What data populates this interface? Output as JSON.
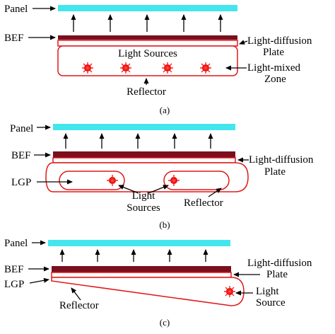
{
  "colors": {
    "panel": "#44e6ee",
    "bef": "#7a0f1e",
    "frame": "#e01818",
    "source": "#ff2020",
    "arrow": "#000000"
  },
  "diagram_a": {
    "panel": "Panel",
    "bef": "BEF",
    "light_sources": "Light Sources",
    "diffusion_line1": "Light-diffusion",
    "diffusion_line2": "Plate",
    "mixed_line1": "Light-mixed",
    "mixed_line2": "Zone",
    "reflector": "Reflector",
    "caption": "(a)"
  },
  "diagram_b": {
    "panel": "Panel",
    "bef": "BEF",
    "lgp": "LGP",
    "diffusion_line1": "Light-diffusion",
    "diffusion_line2": "Plate",
    "sources_line1": "Light",
    "sources_line2": "Sources",
    "reflector": "Reflector",
    "caption": "(b)"
  },
  "diagram_c": {
    "panel": "Panel",
    "bef": "BEF",
    "lgp": "LGP",
    "diffusion_line1": "Light-diffusion",
    "diffusion_line2": "Plate",
    "source_line1": "Light",
    "source_line2": "Source",
    "reflector": "Reflector",
    "caption": "(c)"
  }
}
